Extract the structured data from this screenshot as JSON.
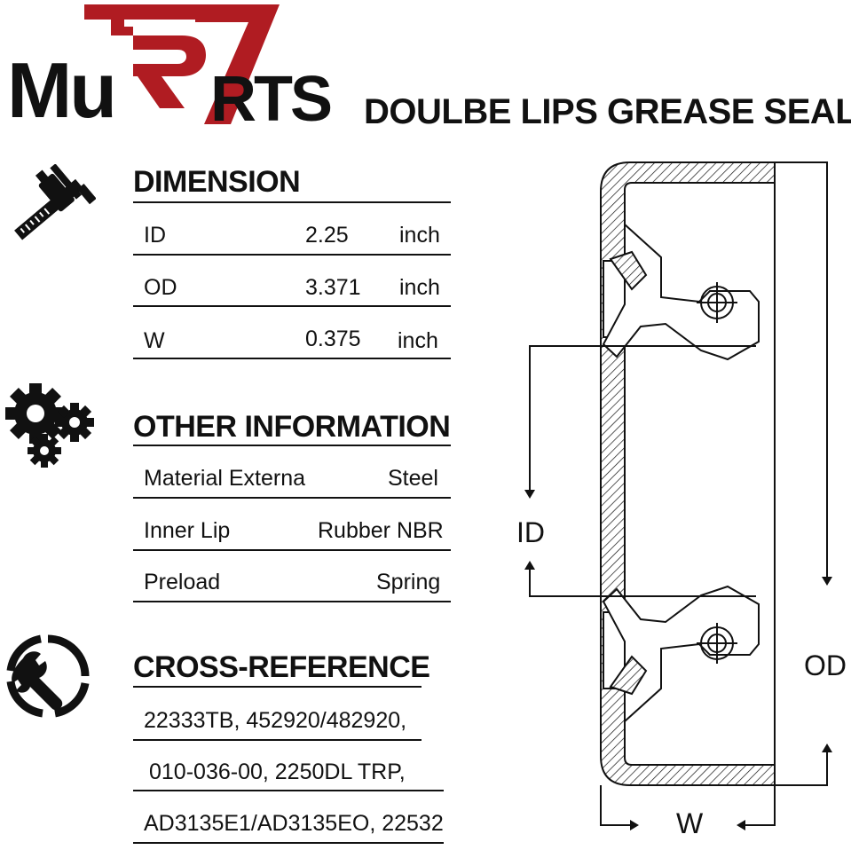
{
  "brand": {
    "logo_text_left": "Mu",
    "logo_text_right": "RTS"
  },
  "header": {
    "subtitle": "DOULBE LIPS GREASE SEAL"
  },
  "dimension": {
    "title": "DIMENSION",
    "rows": [
      {
        "label": "ID",
        "value": "2.25",
        "unit": "inch"
      },
      {
        "label": "OD",
        "value": "3.371",
        "unit": "inch"
      },
      {
        "label": "W",
        "value": "0.375",
        "unit": "inch"
      }
    ]
  },
  "other_info": {
    "title": "OTHER INFORMATION",
    "rows": [
      {
        "label": "Material Externa",
        "value": "Steel"
      },
      {
        "label": "Inner Lip",
        "value": "Rubber NBR"
      },
      {
        "label": "Preload",
        "value": "Spring"
      }
    ]
  },
  "cross_reference": {
    "title": "CROSS-REFERENCE",
    "lines": [
      "22333TB, 452920/482920,",
      "010-036-00, 2250DL TRP,",
      "AD3135E1/AD3135EO, 22532"
    ]
  },
  "diagram": {
    "label_id": "ID",
    "label_od": "OD",
    "label_w": "W"
  },
  "colors": {
    "brand_red": "#b01c22",
    "ink": "#111111"
  },
  "icons": [
    "caliper-icon",
    "gears-icon",
    "wrench-icon"
  ]
}
